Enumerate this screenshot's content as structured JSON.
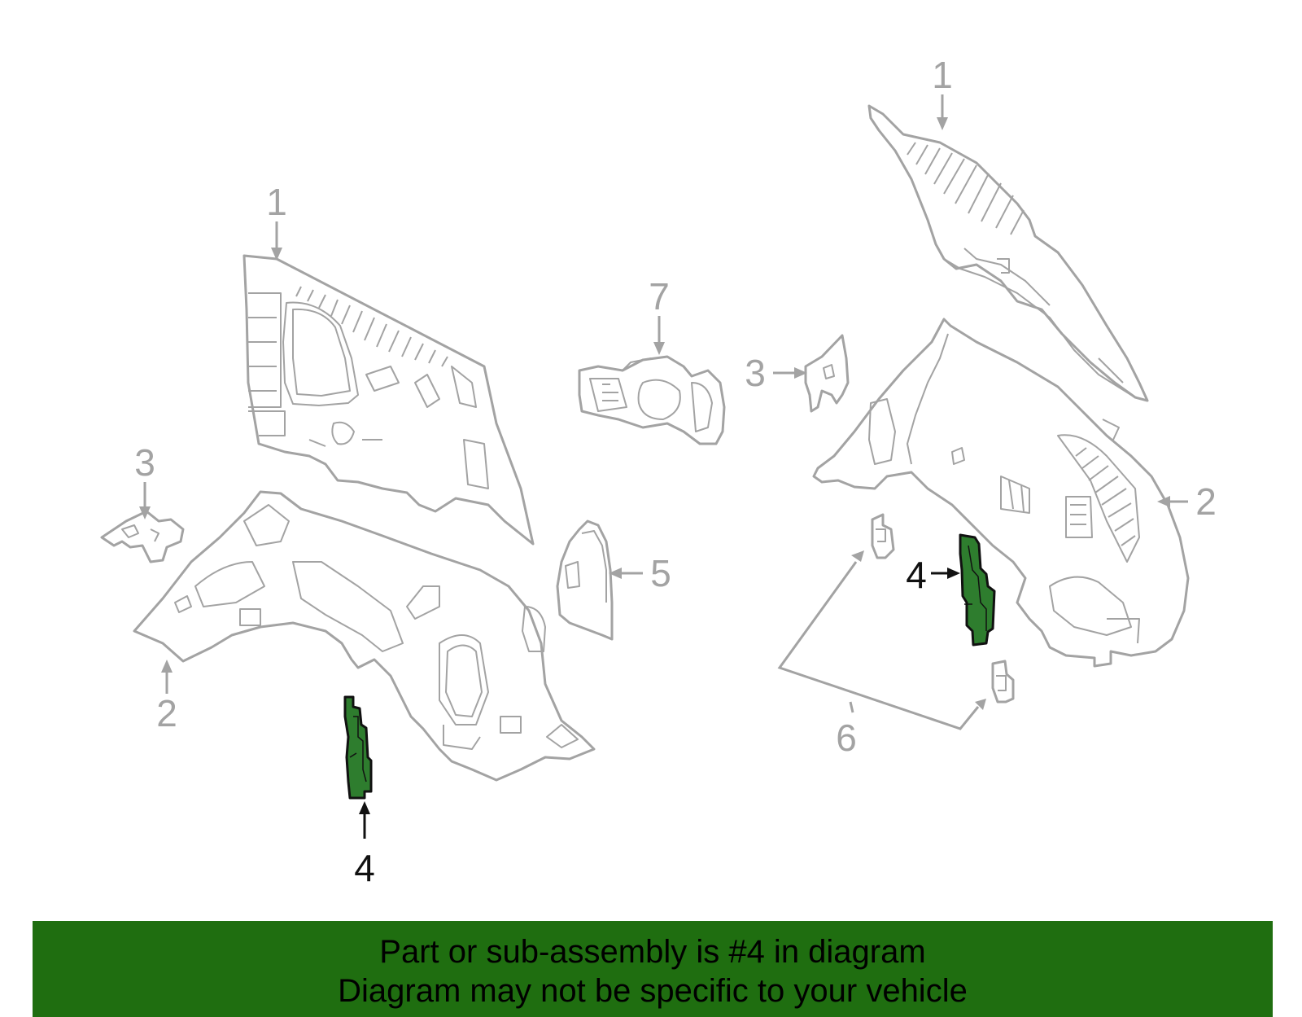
{
  "diagram": {
    "highlight_color": "#2e7d2e",
    "part_line_color": "#a3a3a3",
    "callouts": {
      "left_1": "1",
      "left_2": "2",
      "left_3": "3",
      "left_4": "4",
      "center_5": "5",
      "center_7": "7",
      "right_1": "1",
      "right_2": "2",
      "right_3": "3",
      "right_4": "4",
      "right_6": "6"
    }
  },
  "banner": {
    "background_color": "#1f6e10",
    "line1": "Part or sub-assembly is #4 in diagram",
    "line2": "Diagram may not be specific to your vehicle"
  }
}
